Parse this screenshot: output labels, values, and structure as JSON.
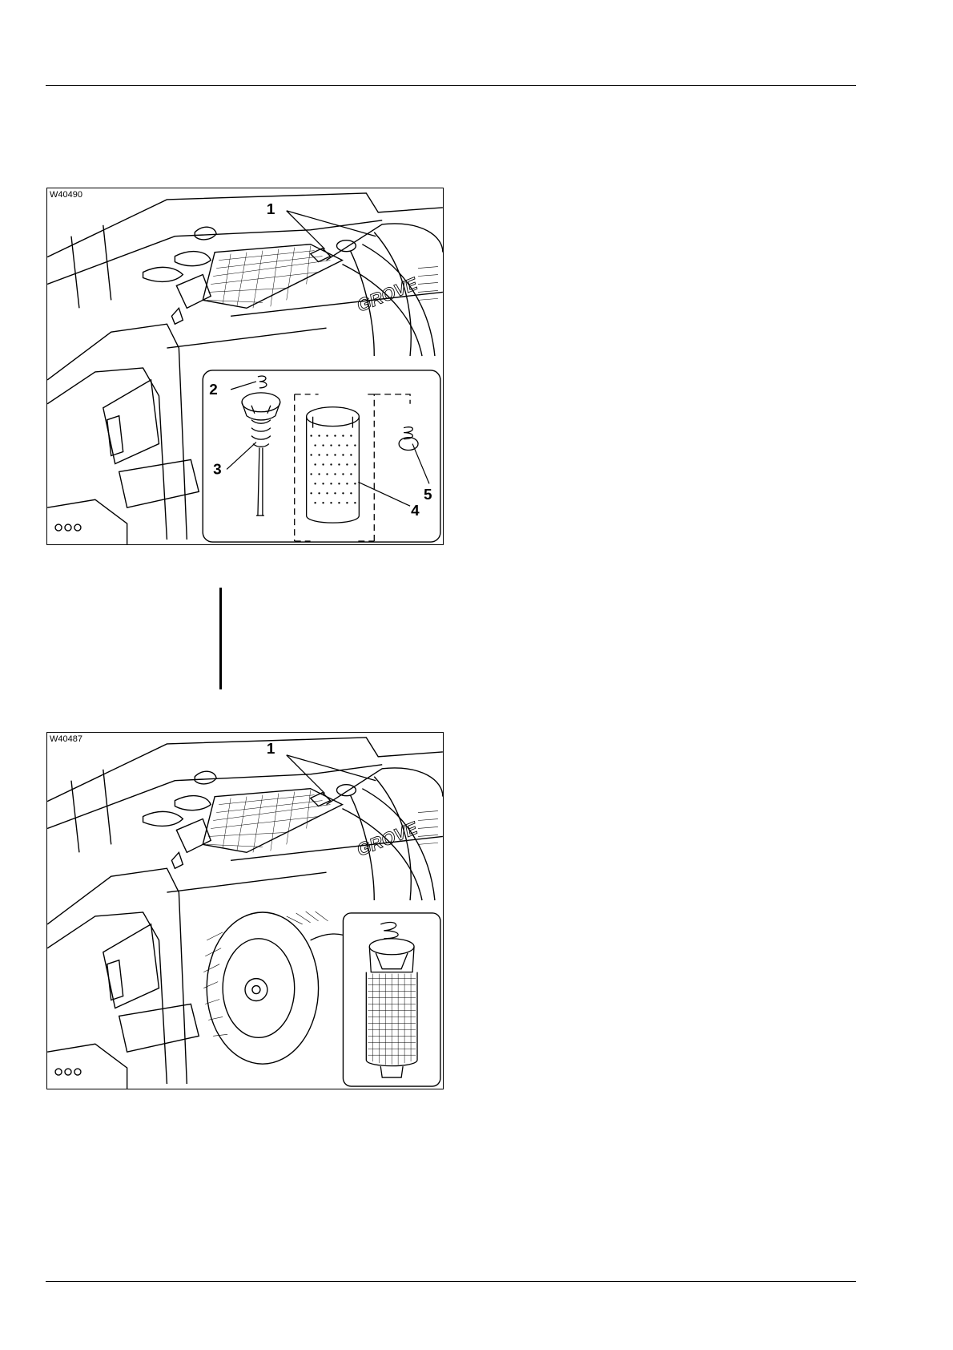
{
  "figures": [
    {
      "id": "W40490",
      "callouts": [
        "1",
        "2",
        "3",
        "4",
        "5"
      ],
      "brand_mark": "GROVE"
    },
    {
      "id": "W40487",
      "callouts": [
        "1"
      ],
      "brand_mark": "GROVE"
    }
  ]
}
